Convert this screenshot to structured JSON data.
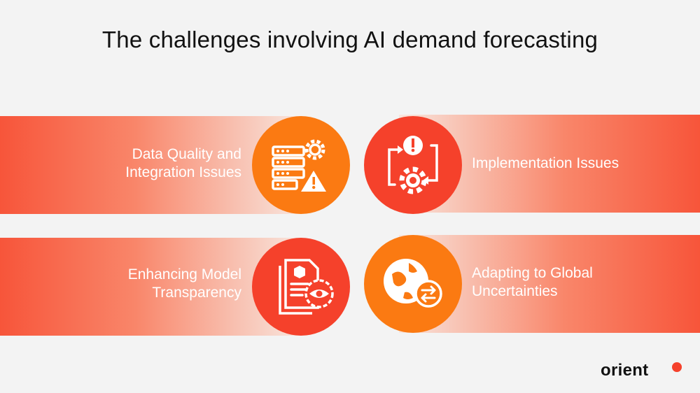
{
  "title": "The challenges involving AI demand forecasting",
  "colors": {
    "orange": "#fb7a12",
    "red": "#f5412b",
    "band_strong": "#f7553a",
    "band_light": "#f8e6de",
    "white": "#ffffff"
  },
  "items": [
    {
      "label_lines": [
        "Data Quality and",
        "Integration Issues"
      ],
      "icon": "server-gear-warning-icon",
      "circle_color": "#fb7a12"
    },
    {
      "label_lines": [
        "Implementation Issues"
      ],
      "icon": "warning-gear-cycle-icon",
      "circle_color": "#f5412b"
    },
    {
      "label_lines": [
        "Enhancing Model",
        "Transparency"
      ],
      "icon": "document-eye-icon",
      "circle_color": "#f5412b"
    },
    {
      "label_lines": [
        "Adapting to Global",
        "Uncertainties"
      ],
      "icon": "globe-exchange-icon",
      "circle_color": "#fb7a12"
    }
  ],
  "brand": {
    "name": "orient",
    "dot_color": "#f5412b"
  }
}
